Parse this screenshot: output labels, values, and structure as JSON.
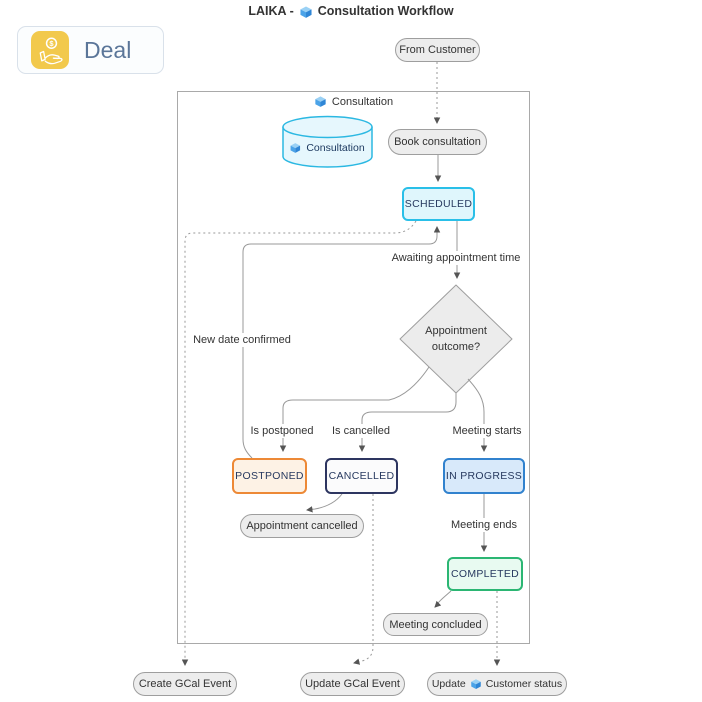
{
  "title": {
    "prefix": "LAIKA -",
    "suffix": "Consultation Workflow"
  },
  "deal_card": {
    "label": "Deal"
  },
  "diagram": {
    "container_label": "Consultation",
    "nodes": {
      "from_customer": {
        "label": "From Customer"
      },
      "consultation_db": {
        "label": "Consultation"
      },
      "book_consultation": {
        "label": "Book consultation"
      },
      "scheduled": {
        "label": "SCHEDULED"
      },
      "appointment_outcome": {
        "label": "Appointment outcome?"
      },
      "postponed": {
        "label": "POSTPONED"
      },
      "cancelled": {
        "label": "CANCELLED"
      },
      "in_progress": {
        "label": "IN PROGRESS"
      },
      "appointment_cancelled": {
        "label": "Appointment cancelled"
      },
      "completed": {
        "label": "COMPLETED"
      },
      "meeting_concluded": {
        "label": "Meeting concluded"
      },
      "create_gcal_event": {
        "label": "Create GCal Event"
      },
      "update_gcal_event": {
        "label": "Update GCal Event"
      },
      "update_customer_status": {
        "prefix": "Update",
        "suffix": "Customer status"
      }
    },
    "edge_labels": {
      "awaiting_appointment_time": "Awaiting appointment time",
      "new_date_confirmed": "New date confirmed",
      "is_postponed": "Is postponed",
      "is_cancelled": "Is cancelled",
      "meeting_starts": "Meeting starts",
      "meeting_ends": "Meeting ends"
    }
  },
  "colors": {
    "scheduled_border": "#29BFE8",
    "scheduled_fill": "#DFF6FC",
    "postponed_border": "#ED8936",
    "postponed_fill": "#FDF2E5",
    "cancelled_border": "#2D3560",
    "cancelled_fill": "#FBFBFC",
    "in_progress_border": "#3182CE",
    "in_progress_fill": "#D8E9FA",
    "completed_border": "#2BB673",
    "completed_fill": "#E8FAF1",
    "db_border": "#2BB8E2",
    "db_fill": "#E6F7FD",
    "node_fill": "#EDEDED",
    "node_border": "#9E9E9E",
    "edge": "#999999",
    "arrow": "#555555",
    "deal_icon_bg": "#F2C94C",
    "deal_text": "#5B7699"
  }
}
